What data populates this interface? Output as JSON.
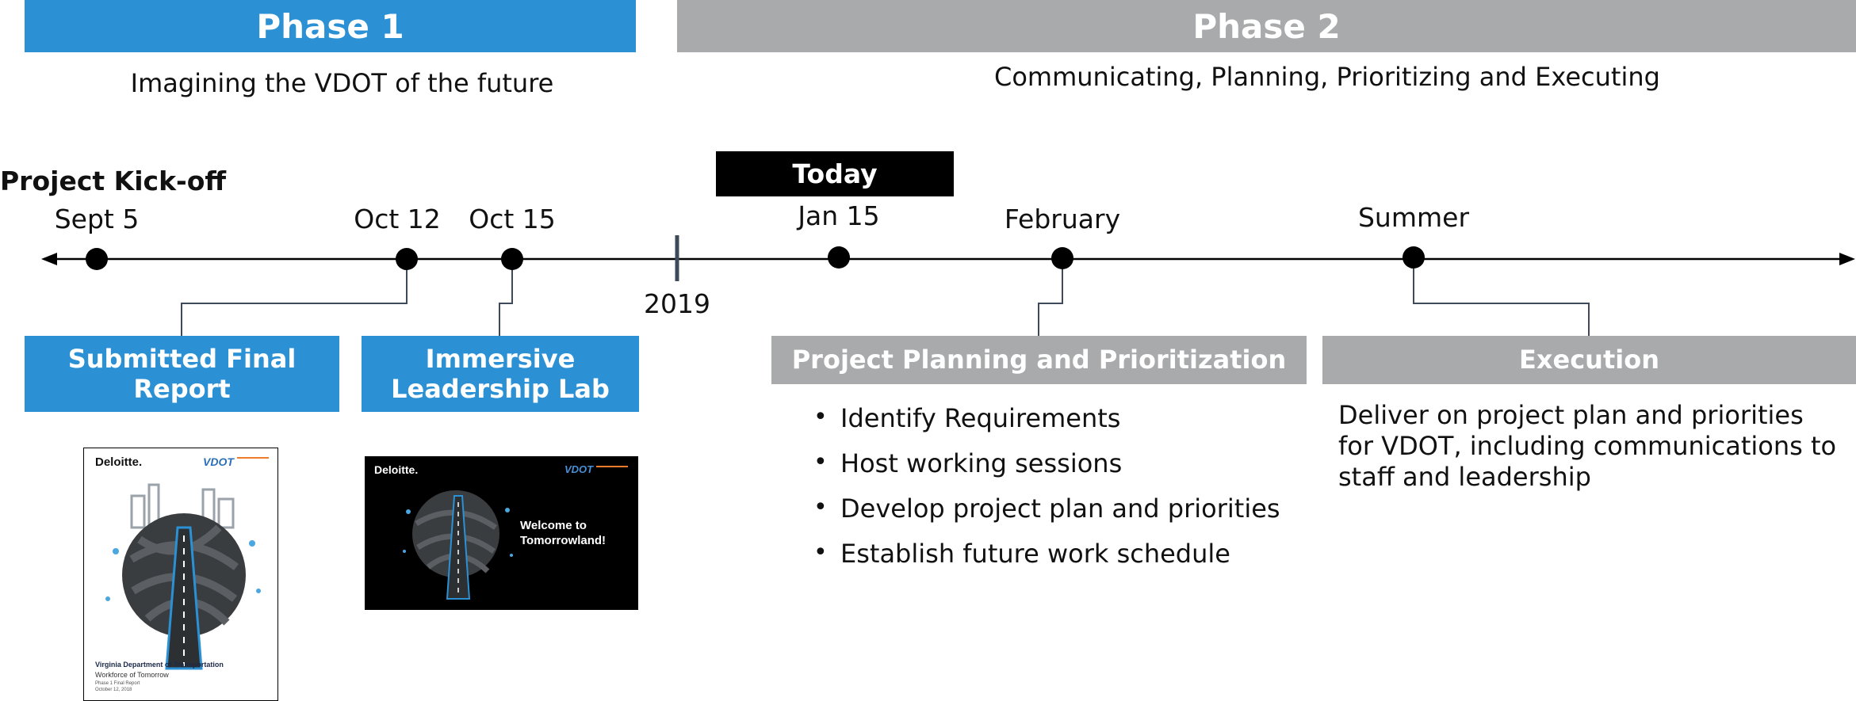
{
  "phase1": {
    "title": "Phase 1",
    "subtitle": "Imagining the VDOT of the future",
    "color": "#2b91d4"
  },
  "phase2": {
    "title": "Phase 2",
    "subtitle": "Communicating, Planning, Prioritizing and Executing",
    "color": "#a9aaab"
  },
  "kickoff_label": "Project Kick-off",
  "today_label": "Today",
  "year_marker": "2019",
  "milestones": [
    {
      "label": "Sept 5"
    },
    {
      "label": "Oct 12"
    },
    {
      "label": "Oct 15"
    },
    {
      "label": "Jan 15"
    },
    {
      "label": "February"
    },
    {
      "label": "Summer"
    }
  ],
  "boxes": {
    "final_report": "Submitted Final Report",
    "leadership_lab": "Immersive Leadership Lab",
    "planning": "Project Planning and Prioritization",
    "execution": "Execution"
  },
  "planning_bullets": [
    "Identify Requirements",
    "Host working sessions",
    "Develop project plan and priorities",
    "Establish future work schedule"
  ],
  "execution_text": "Deliver on project plan and priorities for VDOT, including communications to staff and leadership",
  "report_thumb": {
    "brand": "Deloitte.",
    "logo": "VDOT",
    "title": "Virginia Department of Transportation",
    "subtitle": "Workforce of Tomorrow",
    "meta": "Phase 1 Final Report",
    "date": "October 12, 2018"
  },
  "lab_thumb": {
    "brand": "Deloitte.",
    "logo": "VDOT",
    "welcome": "Welcome to Tomorrowland!"
  }
}
